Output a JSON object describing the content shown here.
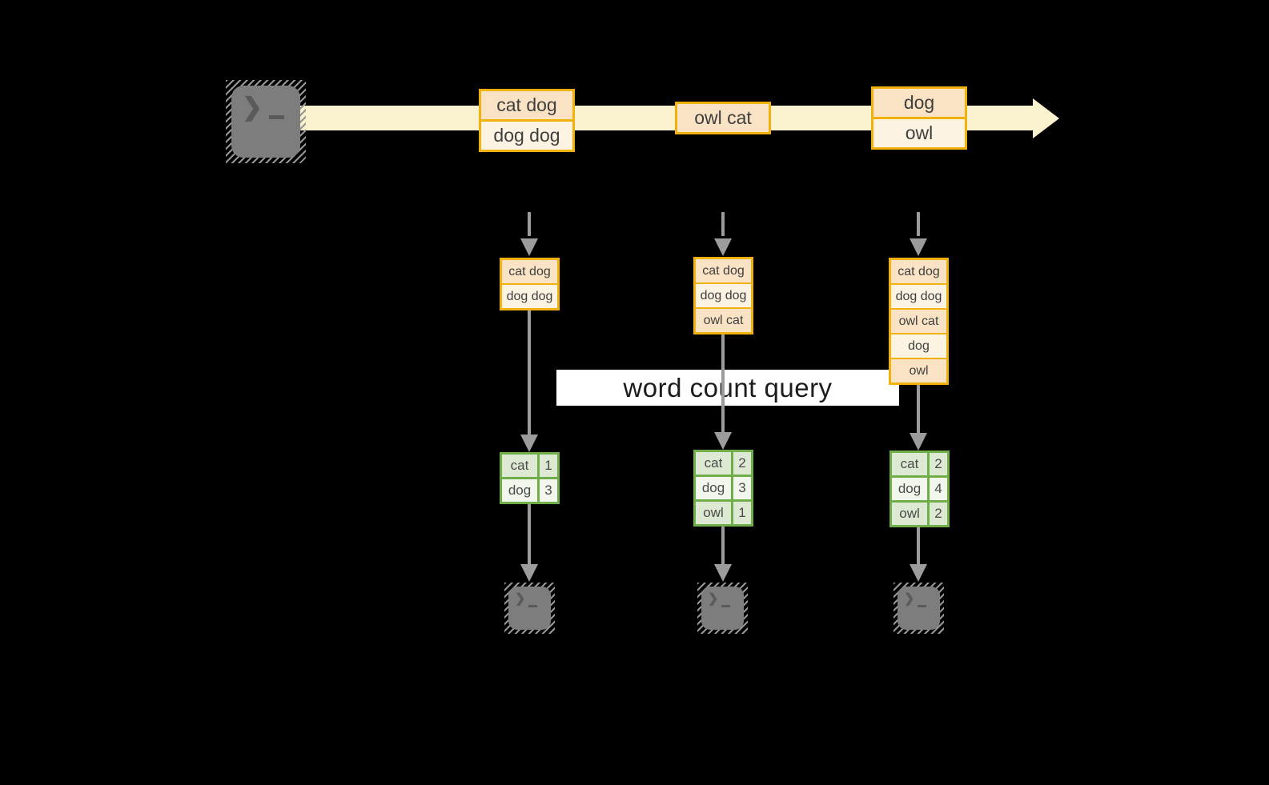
{
  "banner": {
    "label": "word count query"
  },
  "glyphs": {
    "prompt_chevron": "❯"
  },
  "stream_events": [
    {
      "rows": [
        "cat dog",
        "dog dog"
      ]
    },
    {
      "rows": [
        "owl cat"
      ]
    },
    {
      "rows": [
        "dog",
        "owl"
      ]
    }
  ],
  "pipelines": [
    {
      "buffer_rows": [
        "cat dog",
        "dog dog"
      ],
      "count_table": {
        "rows": [
          {
            "word": "cat",
            "count": "1"
          },
          {
            "word": "dog",
            "count": "3"
          }
        ]
      }
    },
    {
      "buffer_rows": [
        "cat dog",
        "dog dog",
        "owl cat"
      ],
      "count_table": {
        "rows": [
          {
            "word": "cat",
            "count": "2"
          },
          {
            "word": "dog",
            "count": "3"
          },
          {
            "word": "owl",
            "count": "1"
          }
        ]
      }
    },
    {
      "buffer_rows": [
        "cat dog",
        "dog dog",
        "owl cat",
        "dog",
        "owl"
      ],
      "count_table": {
        "rows": [
          {
            "word": "cat",
            "count": "2"
          },
          {
            "word": "dog",
            "count": "4"
          },
          {
            "word": "owl",
            "count": "2"
          }
        ]
      }
    }
  ],
  "colors": {
    "background": "#000000",
    "stream_band": "#faf2cf",
    "event_border": "#f2b20d",
    "event_fill_dark": "#fae3c5",
    "event_fill_light": "#fdf3e2",
    "table_border": "#6fae49",
    "table_fill_dark": "#dde9d2",
    "table_fill_light": "#f2f7ee",
    "arrow_gray": "#9c9c9c",
    "terminal_gray": "#7d7d7d",
    "banner_background": "#ffffff",
    "text_dark": "#3f3f3f"
  }
}
